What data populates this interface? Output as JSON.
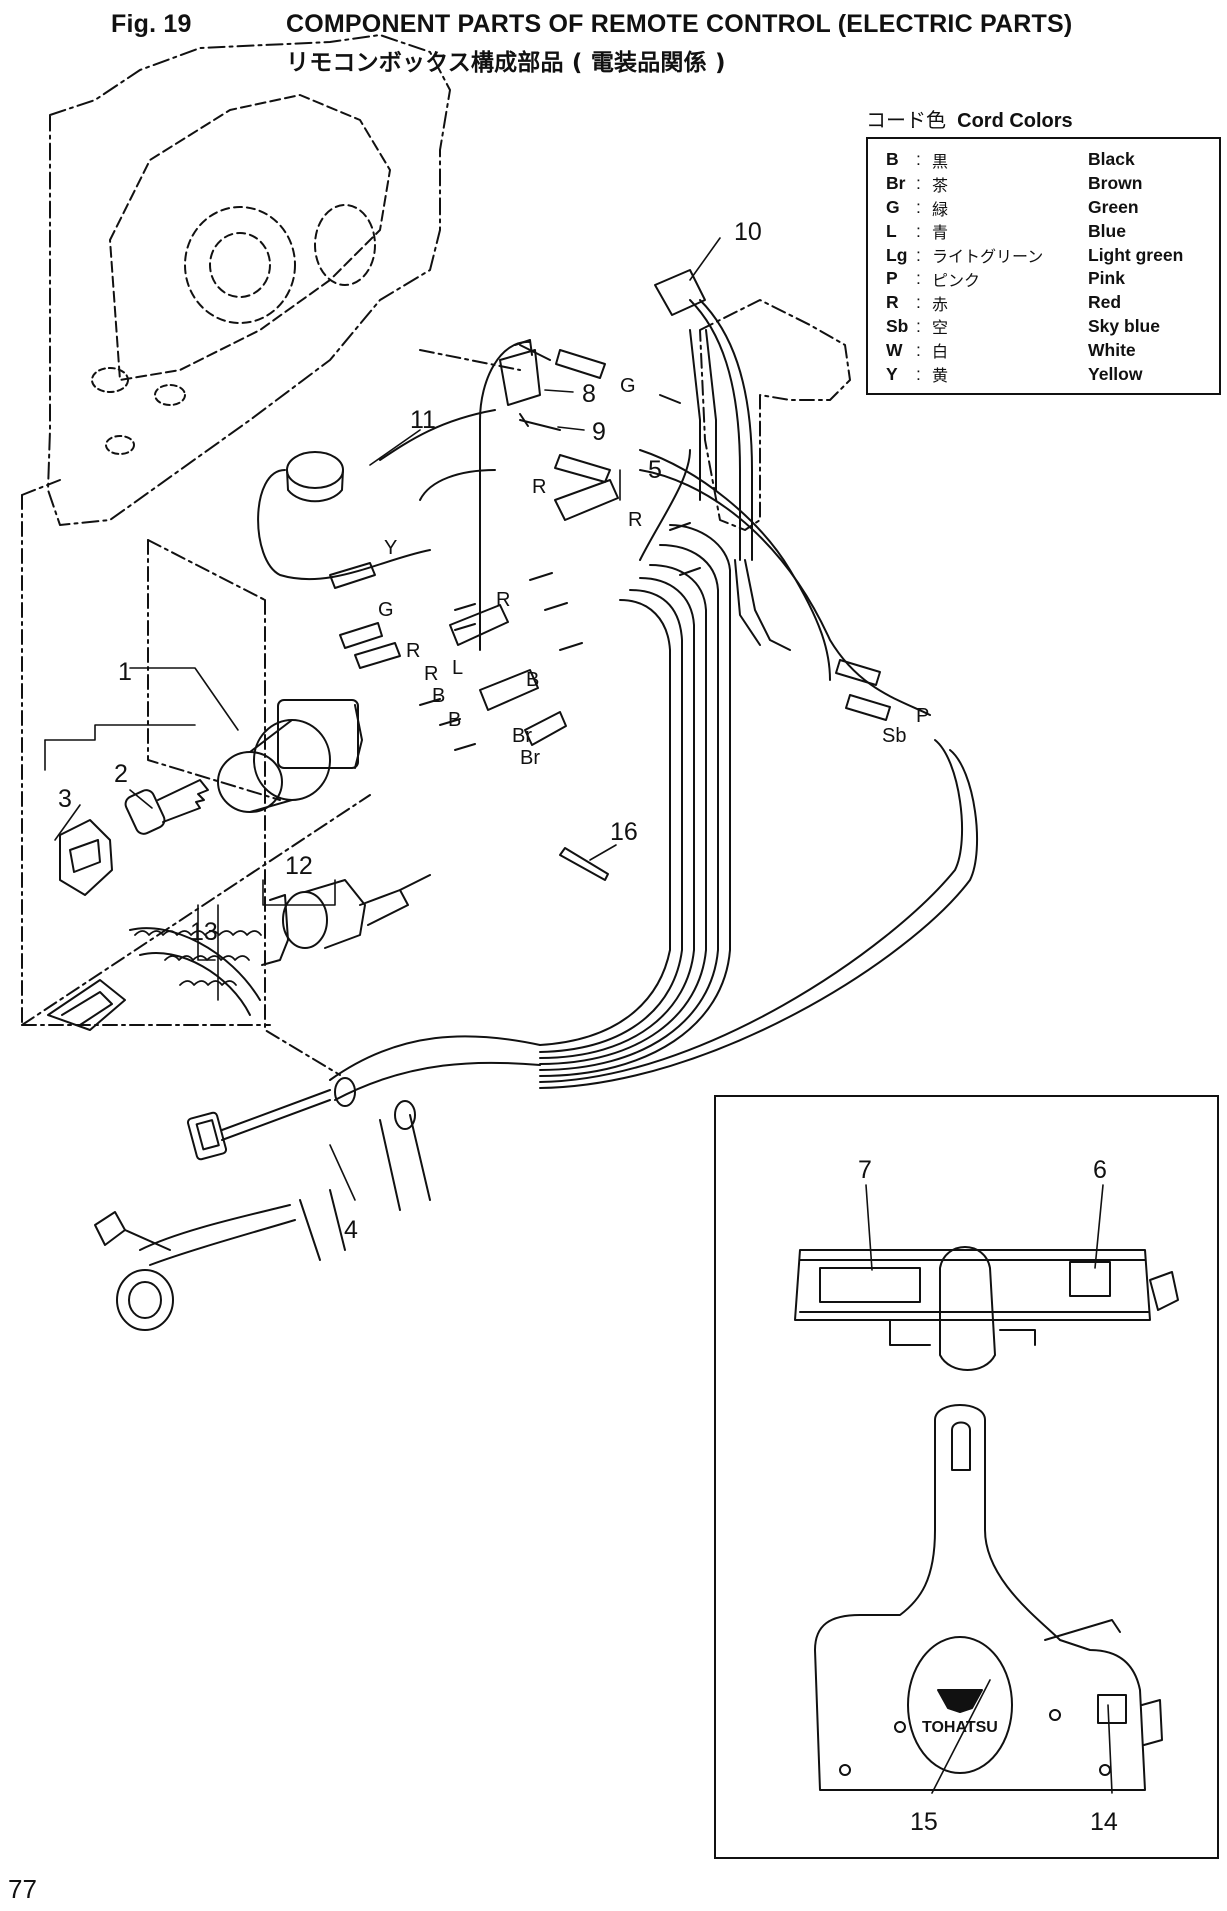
{
  "header": {
    "figure_number": "Fig. 19",
    "title_en": "COMPONENT PARTS OF REMOTE CONTROL (ELECTRIC PARTS)",
    "title_jp": "リモコンボックス構成部品 ( 電装品関係 )"
  },
  "legend": {
    "heading_jp": "コード色",
    "heading_en": "Cord Colors",
    "rows": [
      {
        "code": "B",
        "jp": "黒",
        "en": "Black"
      },
      {
        "code": "Br",
        "jp": "茶",
        "en": "Brown"
      },
      {
        "code": "G",
        "jp": "緑",
        "en": "Green"
      },
      {
        "code": "L",
        "jp": "青",
        "en": "Blue"
      },
      {
        "code": "Lg",
        "jp": "ライトグリーン",
        "en": "Light green"
      },
      {
        "code": "P",
        "jp": "ピンク",
        "en": "Pink"
      },
      {
        "code": "R",
        "jp": "赤",
        "en": "Red"
      },
      {
        "code": "Sb",
        "jp": "空",
        "en": "Sky blue"
      },
      {
        "code": "W",
        "jp": "白",
        "en": "White"
      },
      {
        "code": "Y",
        "jp": "黄",
        "en": "Yellow"
      }
    ],
    "separator": ":"
  },
  "callouts": {
    "c1": "1",
    "c2": "2",
    "c3": "3",
    "c4": "4",
    "c5": "5",
    "c6": "6",
    "c7": "7",
    "c8": "8",
    "c9": "9",
    "c10": "10",
    "c11": "11",
    "c12": "12",
    "c13": "13",
    "c14": "14",
    "c15": "15",
    "c16": "16"
  },
  "wire_labels": {
    "g_top": "G",
    "r_top": "R",
    "r_right": "R",
    "y": "Y",
    "g_mid": "G",
    "r_mid1": "R",
    "r_mid2": "R",
    "r_mid3": "R",
    "l": "L",
    "b1": "B",
    "b2": "B",
    "b3": "B",
    "br1": "Br",
    "br2": "Br",
    "p": "P",
    "sb": "Sb"
  },
  "logo_text": "TOHATSU",
  "page_number": "77"
}
